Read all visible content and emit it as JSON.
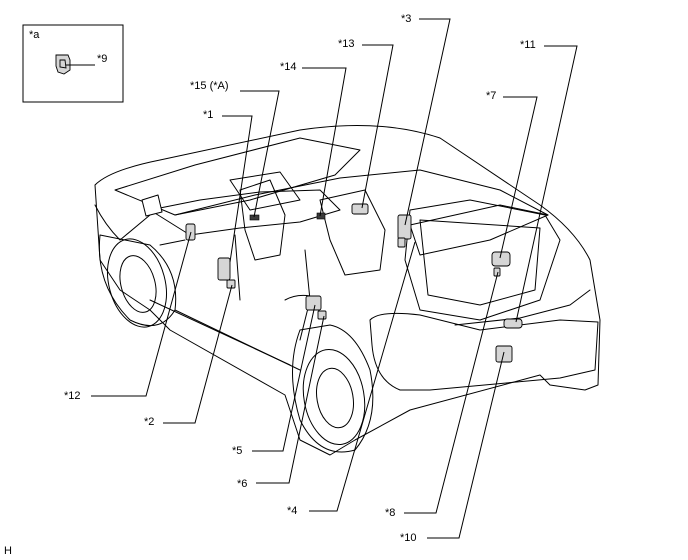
{
  "legend": {
    "tag": "*a",
    "item": "*9"
  },
  "callouts": {
    "c1": "*1",
    "c2": "*2",
    "c3": "*3",
    "c4": "*4",
    "c5": "*5",
    "c6": "*6",
    "c7": "*7",
    "c8": "*8",
    "c10": "*10",
    "c11": "*11",
    "c12": "*12",
    "c13": "*13",
    "c14": "*14",
    "c15": "*15 (*A)"
  },
  "corner_code": "H"
}
